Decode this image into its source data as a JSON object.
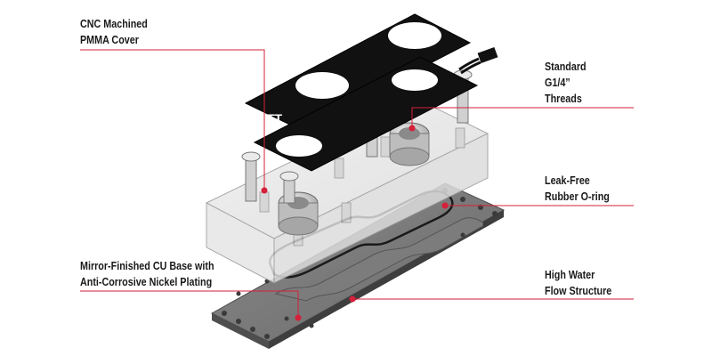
{
  "callouts": {
    "cover": {
      "lines": [
        "CNC Machined",
        "PMMA Cover"
      ]
    },
    "threads": {
      "lines": [
        "Standard",
        "G1/4”",
        "Threads"
      ]
    },
    "oring": {
      "lines": [
        "Leak-Free",
        "Rubber O-ring"
      ]
    },
    "base": {
      "lines": [
        "Mirror-Finished CU Base with",
        "Anti-Corrosive Nickel Plating"
      ]
    },
    "flow": {
      "lines": [
        "High Water",
        "Flow Structure"
      ]
    }
  },
  "logo": {
    "text": "TT"
  },
  "colors": {
    "accent": "#d61f3a",
    "cover": "#111111",
    "base": "#6e6e6e",
    "acrylic_stroke": "#9a9a9a",
    "text": "#1a1a1a"
  },
  "icons": [
    "thermaltake-logo"
  ]
}
